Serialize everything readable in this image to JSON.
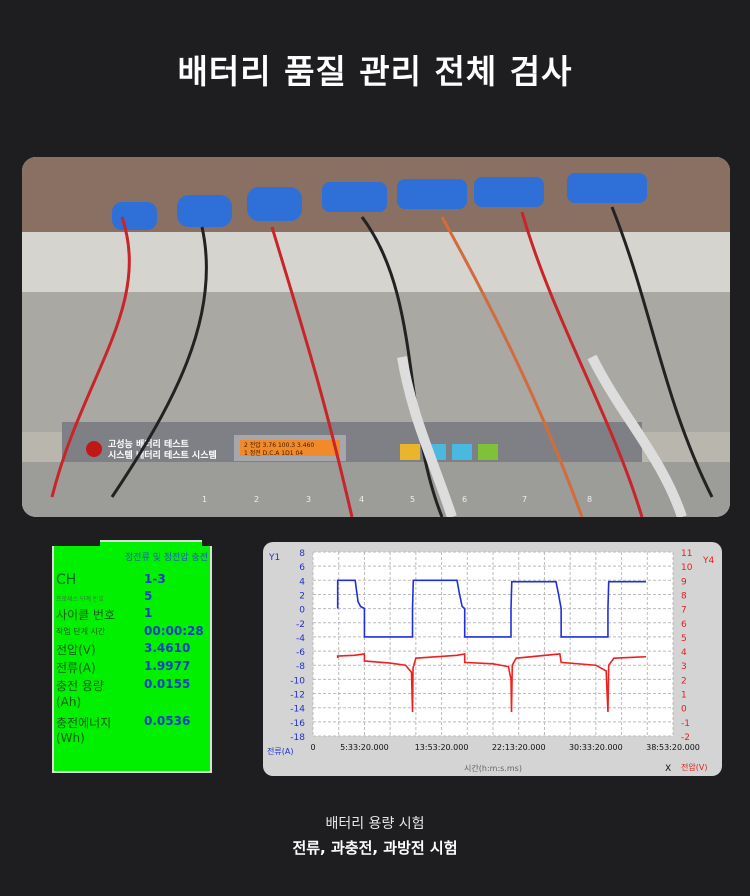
{
  "title": "배터리 품질 관리 전체 검사",
  "photo": {
    "panel_line1": "고성능 배터리 테스트",
    "panel_line2": "시스템 배터리 테스트 시스템",
    "lcd_line1": "2 전압   3.76 100.3 3.460",
    "lcd_line2": "1 정전 D.C.A  1D1      04",
    "channel_numbers": [
      "1",
      "2",
      "3",
      "4",
      "5",
      "6",
      "7",
      "8"
    ]
  },
  "status_panel": {
    "mode": "정전류 및 정전압 충전",
    "rows": [
      {
        "label": "CH",
        "value": "1-3"
      },
      {
        "label": "프로세스 단계 번호",
        "value": "5"
      },
      {
        "label": "사이클 번호",
        "value": "1"
      },
      {
        "label": "작업 단계 시간",
        "value": "00:00:28"
      },
      {
        "label": "전압(V)",
        "value": "3.4610"
      },
      {
        "label": "전류(A)",
        "value": "1.9977"
      },
      {
        "label": "충전 용량",
        "label2": "(Ah)",
        "value": "0.0155"
      },
      {
        "label": "충전에너지",
        "label2": "(Wh)",
        "value": "0.0536"
      }
    ]
  },
  "chart_data": {
    "type": "line",
    "title": "",
    "xlabel": "시간(h:m:s.ms)",
    "x_unit_label": "X",
    "y1_name": "Y1",
    "y1label": "전류(A)",
    "y1lim": [
      -18,
      8
    ],
    "y1_ticks": [
      "8",
      "6",
      "4",
      "2",
      "0",
      "-2",
      "-4",
      "-6",
      "-8",
      "-10",
      "-12",
      "-14",
      "-16",
      "-18"
    ],
    "y2_name": "Y4",
    "y2label": "전압(V)",
    "y2lim": [
      -2,
      11
    ],
    "y2_ticks": [
      "11",
      "10",
      "9",
      "8",
      "7",
      "6",
      "5",
      "4",
      "3",
      "2",
      "1",
      "0",
      "-1",
      "-2"
    ],
    "xlim_ks": [
      0,
      140
    ],
    "x_ticks": [
      {
        "v": 0,
        "label": "0"
      },
      {
        "v": 20,
        "label": "5:33:20.000"
      },
      {
        "v": 50,
        "label": "13:53:20.000"
      },
      {
        "v": 80,
        "label": "22:13:20.000"
      },
      {
        "v": 110,
        "label": "30:33:20.000"
      },
      {
        "v": 140,
        "label": "38:53:20.000"
      }
    ],
    "series": [
      {
        "name": "전류(A)",
        "axis": "y1",
        "color": "#1f2fe0",
        "x": [
          9.6,
          9.6,
          16.4,
          17.5,
          18.5,
          20,
          20,
          38.7,
          38.7,
          39,
          56,
          57,
          58,
          59,
          59,
          77,
          77,
          77.3,
          94.5,
          95.5,
          96.5,
          96.5,
          114.7,
          114.7,
          115,
          129.5
        ],
        "y": [
          0,
          4,
          4,
          1,
          0.3,
          0,
          -4,
          -4,
          0,
          4,
          4,
          2,
          0.3,
          0,
          -4,
          -4,
          0,
          3.8,
          3.8,
          2,
          0,
          -4,
          -4,
          0,
          3.8,
          3.8
        ]
      },
      {
        "name": "전압(V)",
        "axis": "y2",
        "color": "#f02020",
        "x": [
          9.6,
          9.6,
          16,
          20,
          20,
          30,
          36,
          38.3,
          38.7,
          38.9,
          40,
          56,
          59,
          59,
          70,
          76,
          77,
          77.2,
          77.5,
          79,
          96,
          96.5,
          110,
          114,
          114.7,
          115,
          117,
          129.5
        ],
        "y": [
          3.5,
          3.65,
          3.7,
          3.8,
          3.3,
          3.15,
          3.0,
          2.5,
          -0.3,
          2.8,
          3.5,
          3.7,
          3.8,
          3.2,
          3.1,
          2.9,
          2.0,
          -0.3,
          3.0,
          3.5,
          3.8,
          3.2,
          3.0,
          2.6,
          -0.3,
          3.0,
          3.5,
          3.6
        ]
      }
    ]
  },
  "caption": {
    "line1": "배터리 용량 시험",
    "line2": "전류, 과충전, 과방전 시험"
  }
}
